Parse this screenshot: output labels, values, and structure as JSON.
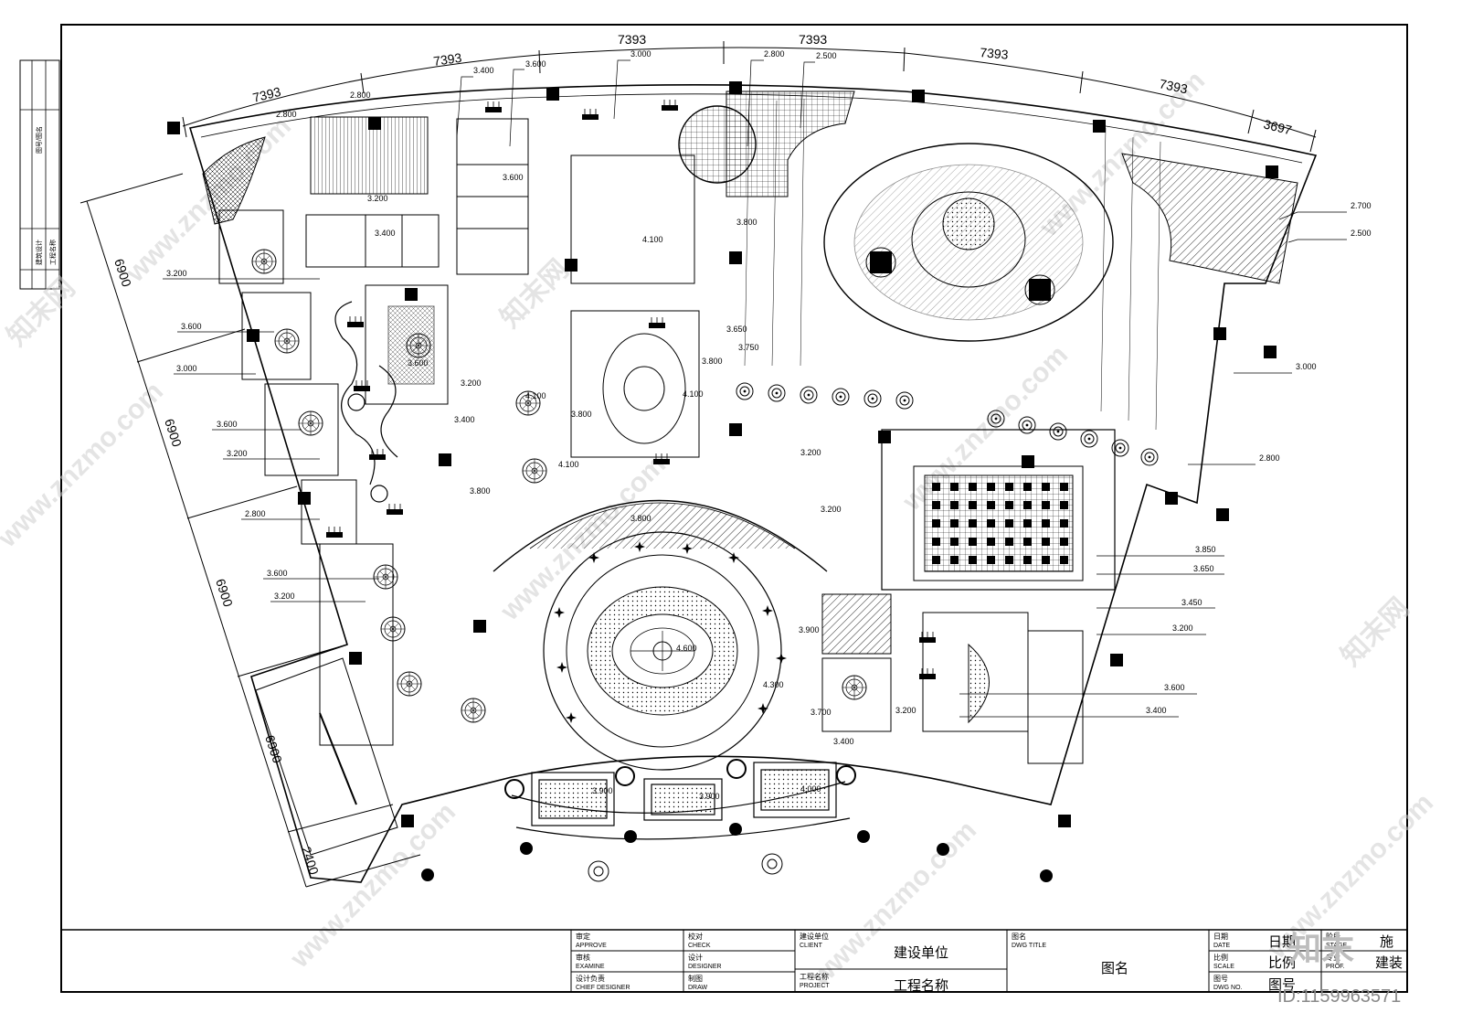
{
  "dimensions": {
    "top": [
      "7393",
      "7393",
      "7393",
      "7393",
      "7393",
      "7393",
      "3697"
    ],
    "left": [
      "6900",
      "6900",
      "6900",
      "6900",
      "2400"
    ]
  },
  "levels": {
    "l1": "3.400",
    "l2": "3.600",
    "l3": "3.000",
    "l4": "2.800",
    "l5": "2.500",
    "l6": "2.800",
    "l7": "2.800",
    "l8": "3.200",
    "l9": "3.400",
    "l10": "3.600",
    "l11": "4.100",
    "l12": "3.800",
    "l13": "3.200",
    "l14": "3.600",
    "l15": "3.000",
    "l16": "3.600",
    "l17": "3.200",
    "l18": "2.800",
    "l19": "3.600",
    "l20": "3.200",
    "l21": "3.600",
    "l22": "3.200",
    "l23": "3.400",
    "l24": "3.800",
    "l25": "4.100",
    "l26": "4.100",
    "l27": "3.800",
    "l28": "3.650",
    "l29": "3.750",
    "l30": "3.800",
    "l31": "4.100",
    "l32": "3.200",
    "l33": "3.800",
    "l34": "3.200",
    "l35": "2.700",
    "l36": "2.500",
    "l37": "3.000",
    "l38": "2.800",
    "l39": "3.850",
    "l40": "3.650",
    "l41": "3.450",
    "l42": "3.200",
    "l43": "3.600",
    "l44": "3.400",
    "l45": "3.900",
    "l46": "4.600",
    "l47": "4.300",
    "l48": "3.700",
    "l49": "3.200",
    "l50": "3.400",
    "l51": "3.900",
    "l52": "3.900",
    "l53": "4.000"
  },
  "left_strip": {
    "row1": "图号/图名",
    "row2": "建筑设计",
    "row3": "工程名称"
  },
  "title_block": {
    "approve_cn": "审定",
    "approve_en": "APPROVE",
    "check_cn": "校对",
    "check_en": "CHECK",
    "examine_cn": "审核",
    "examine_en": "EXAMINE",
    "designer_cn": "设计",
    "designer_en": "DESIGNER",
    "chief_cn": "设计负责",
    "chief_en": "CHIEF DESIGNER",
    "draw_cn": "制图",
    "draw_en": "DRAW",
    "client_cn": "建设单位",
    "client_en": "CLIENT",
    "client_value": "建设单位",
    "project_cn": "工程名称",
    "project_en": "PROJECT",
    "project_value": "工程名称",
    "title_cn": "图名",
    "title_en": "DWG TITLE",
    "title_value": "图名",
    "date_cn": "日期",
    "date_en": "DATE",
    "date_value": "日期",
    "scale_cn": "比例",
    "scale_en": "SCALE",
    "scale_value": "比例",
    "dwgno_cn": "图号",
    "dwgno_en": "DWG NO.",
    "dwgno_value": "图号",
    "stage_cn": "阶段",
    "stage_en": "STAGE",
    "stage_value": "施",
    "prof_cn": "专业",
    "prof_en": "PROF.",
    "prof_value": "建装"
  },
  "watermark": {
    "site": "www.znzmo.com",
    "brand_cn": "知末网",
    "logo": "知末",
    "id": "ID:1159963571"
  }
}
